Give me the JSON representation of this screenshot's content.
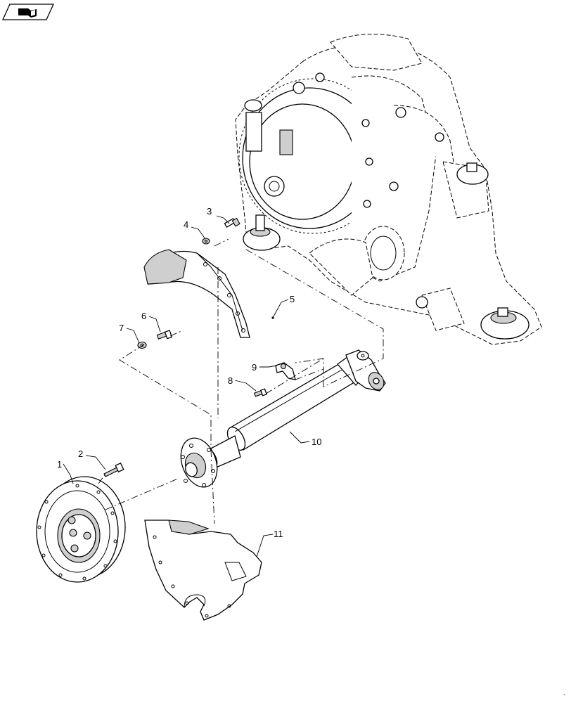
{
  "nav_icon": {
    "name": "book-arrow-icon"
  },
  "callouts": {
    "c1": "1",
    "c2": "2",
    "c3": "3",
    "c4": "4",
    "c5": "5",
    "c6": "6",
    "c7": "7",
    "c8": "8",
    "c9": "9",
    "c10": "10",
    "c11": "11"
  },
  "corner_mark": "`"
}
